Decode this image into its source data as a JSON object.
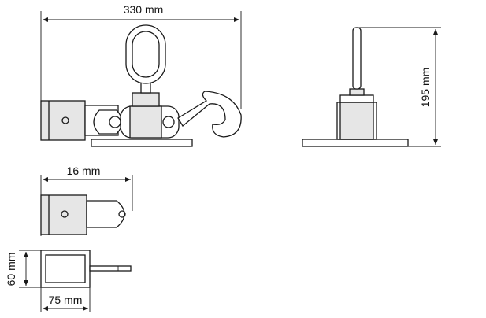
{
  "dimensions": {
    "width_label": "330 mm",
    "height_label": "195 mm",
    "bracket_label": "16 mm",
    "side_label": "60 mm",
    "bottom_label": "75 mm"
  },
  "colors": {
    "line": "#1a1a1a",
    "part_fill": "#ffffff",
    "shade_fill": "#e6e6e6",
    "dark_fill": "#b9b9b9"
  }
}
